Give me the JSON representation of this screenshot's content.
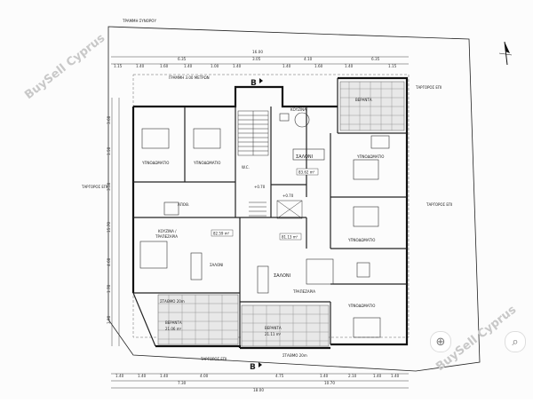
{
  "watermark": "BuySell Cyprus",
  "street_top": "ΤΡΑΜΜΗ ΣΥΝΟΡΟΥ",
  "building_line": "ΓΡΑΜΜΗ 3.00 ΜΕΤΡΩΝ",
  "section_top": "B",
  "section_bottom": "B",
  "boundaries": {
    "top_right": "ΤΑΡΓΟΡΟΣ ΕΠΙ",
    "left": "ΤΑΡΓΟΡΟΣ ΕΠΙ",
    "right": "ΤΑΡΓΟΡΟΣ ΕΠΙ",
    "bottom": "ΤΑΡΓΟΡΟΣ ΕΠΙ"
  },
  "dims": {
    "top_total": "16.00",
    "top": [
      "6.35",
      "3.05",
      "4.10",
      "6.35"
    ],
    "top2": [
      "1.15",
      "1.40",
      "1.60",
      "1.40",
      "1.00",
      "1.40",
      "1.40",
      "1.60",
      "1.40",
      "1.15"
    ],
    "bottom": [
      "1.40",
      "1.40",
      "1.40",
      "4.00",
      "4.75",
      "1.40",
      "2.10",
      "1.40",
      "1.40"
    ],
    "bottom_mid": [
      "7.30",
      "10.70"
    ],
    "bottom_total": "18.00",
    "left": [
      "3.60",
      "1.50",
      "3.50",
      "15.70",
      "4.60",
      "1.70",
      "3.90"
    ]
  },
  "rooms": {
    "kitchen_top": "ΚΟΥΖΙΝΑ",
    "salon_top": "ΣΑΛΟΝΙ",
    "bedroom_tl1": "ΥΠΝΟΔΩΜΑΤΙΟ",
    "bedroom_tl2": "ΥΠΝΟΔΩΜΑΤΙΟ",
    "bedroom_r1": "ΥΠΝΟΔΩΜΑΤΙΟ",
    "bedroom_r2": "ΥΠΝΟΔΩΜΑΤΙΟ",
    "bedroom_r3": "ΥΠΝΟΔΩΜΑΤΙΟ",
    "kitchen_dining_1": "ΚΟΥΖΙΝΑ /",
    "kitchen_dining_2": "ΤΡΑΠΕΖΑΡΙΑ",
    "salon_left": "ΣΑΛΟΝΙ",
    "salon_mid": "ΣΑΛΟΝΙ",
    "dining_mid": "ΤΡΑΠΕΖΑΡΙΑ",
    "veranda_tr": "ΒΕΡΑΝΤΑ",
    "veranda_bl": "ΒΕΡΑΝΤΑ",
    "veranda_bm": "ΒΕΡΑΝΤΑ",
    "wc": "W.C.",
    "store": "ΑΠΟΘ."
  },
  "areas": {
    "a1": "82.59 m²",
    "a2": "81.13 m²",
    "a3": "83.62 m²",
    "a4": "21.06 m²",
    "a5": "21.11 m²"
  },
  "levels": {
    "core": "+0.70",
    "stairs": "+0.70"
  },
  "parking": {
    "left": "ΣΤΑΘΜΟ 20m",
    "right": "ΣΤΑΘΜΟ 20m"
  },
  "controls": {
    "zoom_symbol": "⊕",
    "search_symbol": "⌕"
  }
}
